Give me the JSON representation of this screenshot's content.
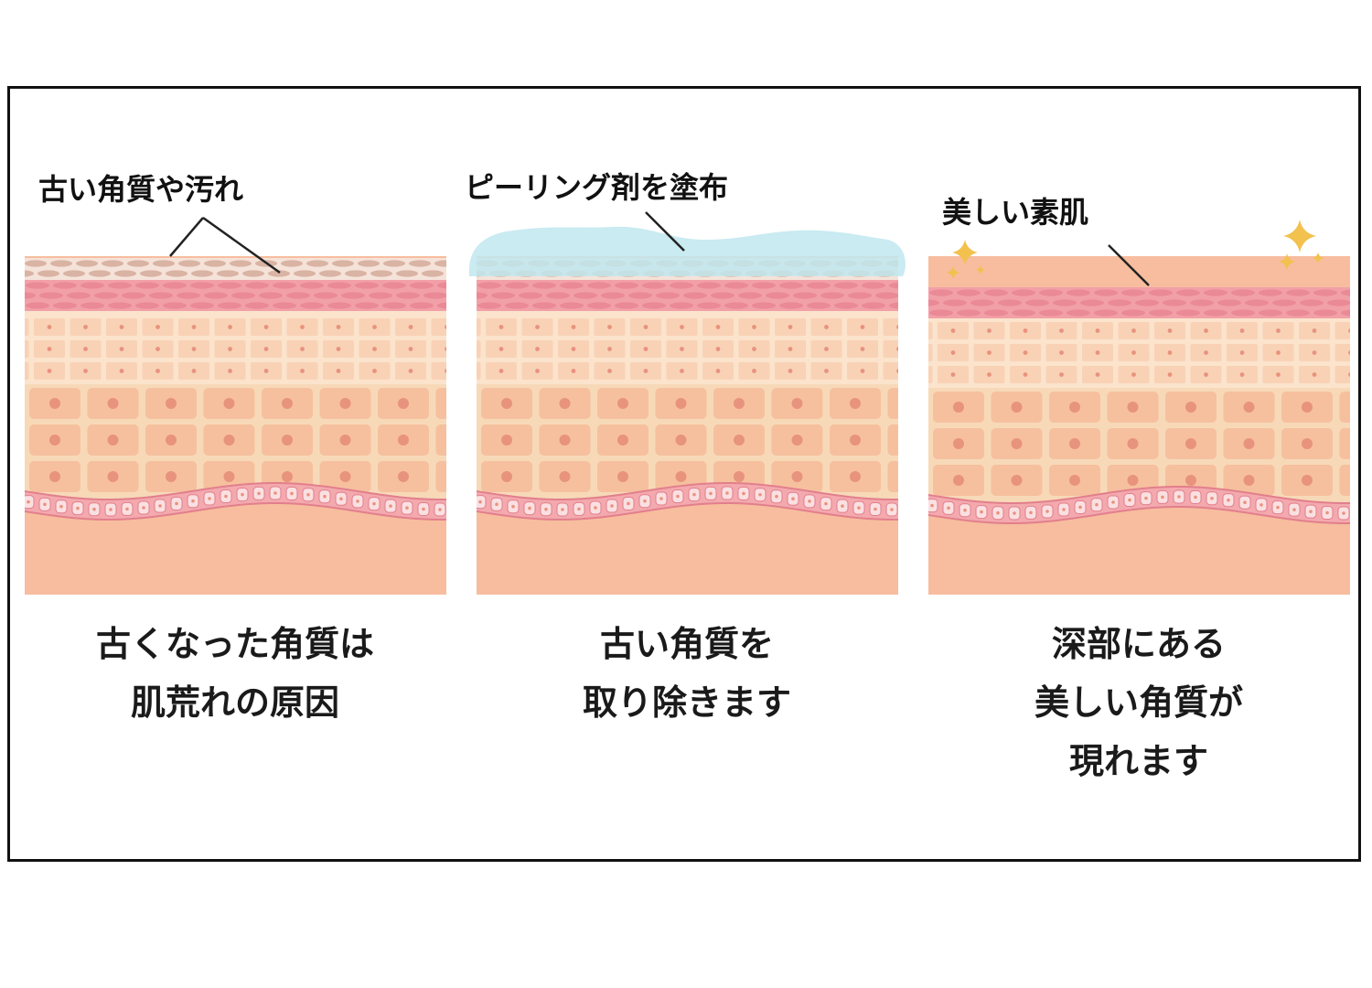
{
  "panels": [
    {
      "callout": "古い角質や汚れ",
      "caption_lines": [
        "古くなった角質は",
        "肌荒れの原因"
      ],
      "has_old_layer": true,
      "has_peeling_gel": false,
      "has_sparkles": false
    },
    {
      "callout": "ピーリング剤を塗布",
      "caption_lines": [
        "古い角質を",
        "取り除きます"
      ],
      "has_old_layer": true,
      "has_peeling_gel": true,
      "has_sparkles": false
    },
    {
      "callout": "美しい素肌",
      "caption_lines": [
        "深部にある",
        "美しい角質が",
        "現れます"
      ],
      "has_old_layer": false,
      "has_peeling_gel": false,
      "has_sparkles": true
    }
  ],
  "colors": {
    "old_layer": "#d9b3a3",
    "old_cell": "#e8c9bb",
    "stratum": "#f2a0a8",
    "stratum_cell": "#ea8a96",
    "granular_bg": "#fbe3cc",
    "granular_cell": "#f9d2b6",
    "spinous_bg": "#f7d9b8",
    "spinous_cell": "#f6c09e",
    "nucleus": "#e8937d",
    "basal": "#f3a9ae",
    "dermis": "#f7bd9e",
    "gel": "#bfe8ef",
    "sparkle": "#f2c14e",
    "line": "#222222"
  }
}
